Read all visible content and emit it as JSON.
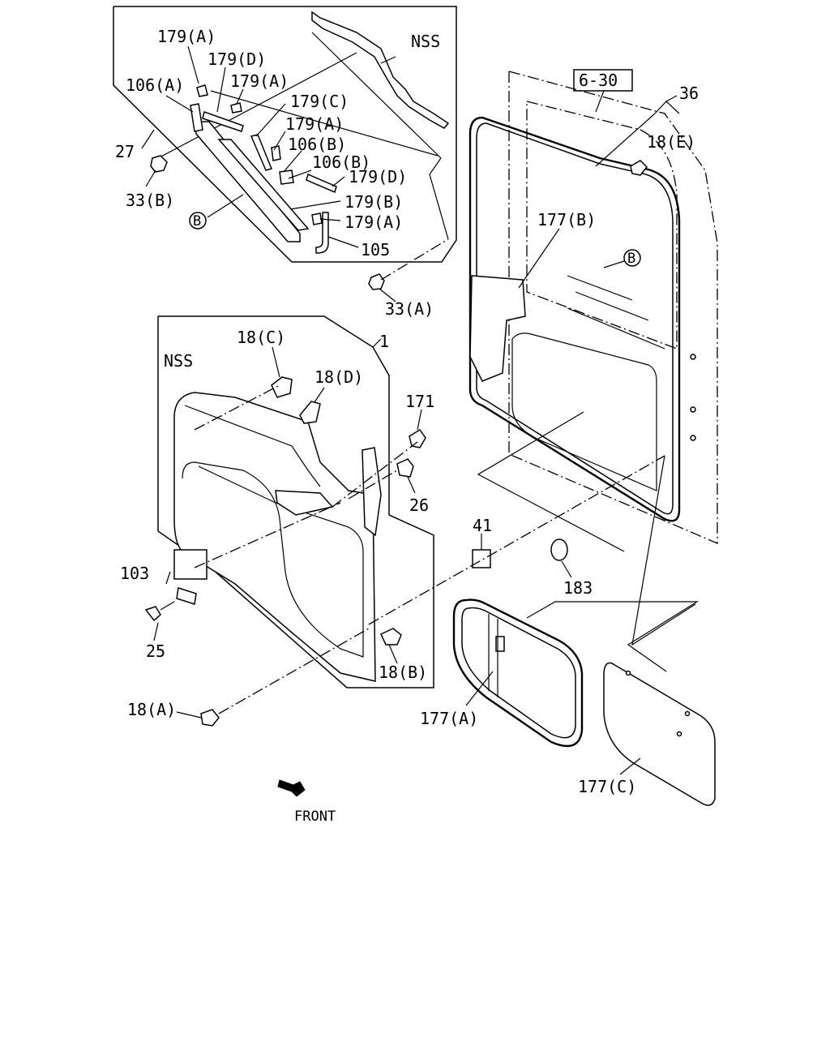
{
  "diagram": {
    "front_label": "FRONT",
    "nss_top": "NSS",
    "nss_panel": "NSS",
    "ref_box": "6-30",
    "circle_ref": "B",
    "labels": {
      "l179A_1": "179(A)",
      "l179D_1": "179(D)",
      "l179A_2": "179(A)",
      "l106A": "106(A)",
      "l179C": "179(C)",
      "l179A_3": "179(A)",
      "l106B_1": "106(B)",
      "l106B_2": "106(B)",
      "l179D_2": "179(D)",
      "l179B": "179(B)",
      "l179A_4": "179(A)",
      "l105": "105",
      "l27": "27",
      "l33B": "33(B)",
      "l33A": "33(A)",
      "l36": "36",
      "l18E": "18(E)",
      "l177B": "177(B)",
      "l1": "1",
      "l18C": "18(C)",
      "l18D": "18(D)",
      "l171": "171",
      "l26": "26",
      "l41": "41",
      "l183": "183",
      "l103": "103",
      "l25": "25",
      "l18B": "18(B)",
      "l18A": "18(A)",
      "l177A": "177(A)",
      "l177C": "177(C)"
    }
  }
}
